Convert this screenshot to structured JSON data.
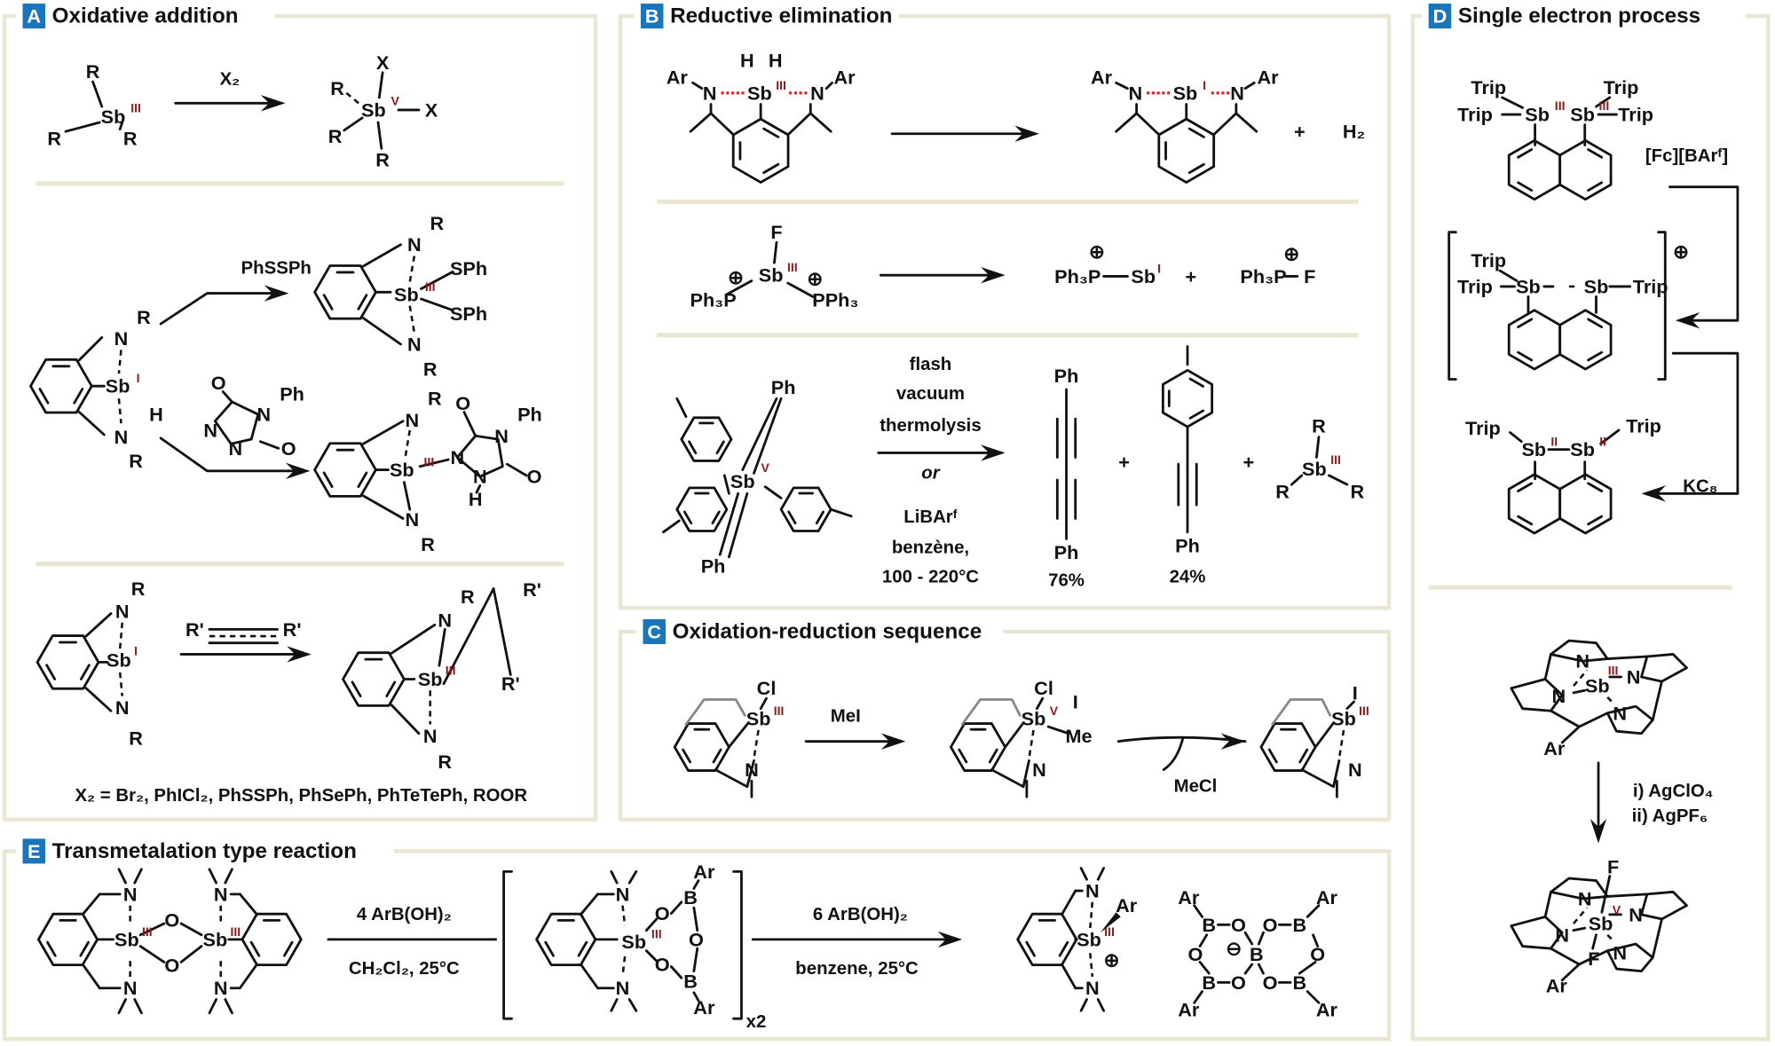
{
  "colors": {
    "panel_letter_bg": "#1b75bb",
    "frame": "#e9e7d3",
    "oxidation_state": "#8b1a1a",
    "h_bond": "#e0201c"
  },
  "panels": {
    "A": {
      "letter": "A",
      "title": "Oxidative addition",
      "labels": [
        "R",
        "Sb",
        "III",
        "R",
        "R",
        "X₂",
        "X",
        "R",
        "Sb",
        "V",
        "X",
        "R",
        "R",
        "N",
        "R",
        "Sb",
        "I",
        "N",
        "H",
        "R",
        "PhSSPh",
        "N",
        "R",
        "Sb",
        "III",
        "SPh",
        "SPh",
        "N",
        "R",
        "O",
        "Ph",
        "N",
        "N",
        "N",
        "O",
        "R",
        "N",
        "O",
        "Ph",
        "N",
        "Sb",
        "III",
        "N",
        "N",
        "H",
        "O",
        "N",
        "R",
        "N",
        "R",
        "Sb",
        "I",
        "N",
        "R",
        "R'",
        "R'",
        "N",
        "R",
        "Sb",
        "III",
        "R'",
        "R'",
        "N",
        "R",
        "X₂ = Br₂, PhICl₂, PhSSPh, PhSePh, PhTeTePh,  ROOR"
      ]
    },
    "B": {
      "letter": "B",
      "title": "Reductive elimination",
      "labels": [
        "Ar",
        "N",
        "H",
        "H",
        "Sb",
        "III",
        "N",
        "Ar",
        "Ar",
        "N",
        "Sb",
        "I",
        "N",
        "Ar",
        "+",
        "H₂",
        "F",
        "Sb",
        "III",
        "⊕",
        "Ph₃P",
        "⊕",
        "PPh₃",
        "⊕",
        "Ph₃P",
        "Sb",
        "I",
        "+",
        "⊕",
        "Ph₃P",
        "F",
        "Ph",
        "Sb",
        "V",
        "Ph",
        "flash",
        "vacuum",
        "thermolysis",
        "or",
        "LiBArᶠ",
        "benzène,",
        "100 - 220°C",
        "Ph",
        "Ph",
        "76%",
        "+",
        "Ph",
        "24%",
        "+",
        "R",
        "Sb",
        "III",
        "R",
        "R"
      ]
    },
    "C": {
      "letter": "C",
      "title": "Oxidation-reduction sequence",
      "labels": [
        "Cl",
        "Sb",
        "III",
        "N",
        "MeI",
        "Cl",
        "Sb",
        "V",
        "I",
        "Me",
        "N",
        "MeCl",
        "I",
        "Sb",
        "III",
        "N"
      ]
    },
    "D": {
      "letter": "D",
      "title": "Single electron process",
      "labels": [
        "Trip",
        "Trip",
        "Sb",
        "III",
        "Trip",
        "Sb",
        "III",
        "Trip",
        "[Fc][BArᶠ]",
        "Trip",
        "Trip",
        "Sb",
        "Sb",
        "Trip",
        "⊕",
        "KC₈",
        "Trip",
        "Sb",
        "II",
        "Sb",
        "II",
        "Trip",
        "N",
        "III",
        "Sb",
        "N",
        "N",
        "N",
        "Ar",
        "i) AgClO₄",
        "ii) AgPF₆",
        "F",
        "N",
        "V",
        "N",
        "Sb",
        "N",
        "F",
        "N",
        "Ar"
      ]
    },
    "E": {
      "letter": "E",
      "title": "Transmetalation type reaction",
      "labels": [
        "N",
        "Sb",
        "III",
        "O",
        "O",
        "Sb",
        "III",
        "N",
        "N",
        "N",
        "4 ArB(OH)₂",
        "CH₂Cl₂, 25°C",
        "N",
        "Sb",
        "III",
        "O",
        "B",
        "Ar",
        "O",
        "O",
        "B",
        "Ar",
        "N",
        "x2",
        "6 ArB(OH)₂",
        "benzene, 25°C",
        "N",
        "Ar",
        "Sb",
        "III",
        "⊕",
        "N",
        "Ar",
        "B",
        "O",
        "O",
        "B",
        "Ar",
        "O",
        "⊖",
        "B",
        "O",
        "B",
        "O",
        "O",
        "B",
        "Ar",
        "Ar"
      ]
    }
  }
}
